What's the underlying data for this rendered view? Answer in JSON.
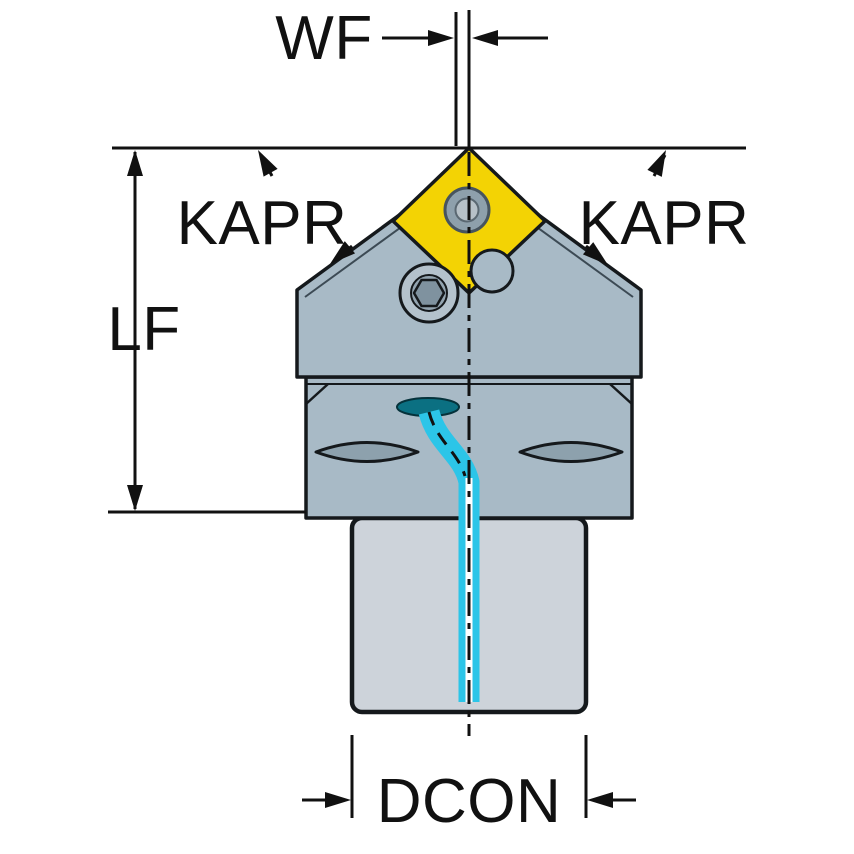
{
  "labels": {
    "wf": "WF",
    "kapr_left": "KAPR",
    "kapr_right": "KAPR",
    "lf": "LF",
    "dcon": "DCON"
  },
  "colors": {
    "line": "#111111",
    "insert": "#f3d304",
    "head": "#a8bac6",
    "shank": "#cdd3da",
    "slot": "#8da1ad",
    "coolant": "#2cc5e8",
    "coolant_port": "#0b7082",
    "hole": "#8ea0ac",
    "screw": "#b4c2cc"
  }
}
